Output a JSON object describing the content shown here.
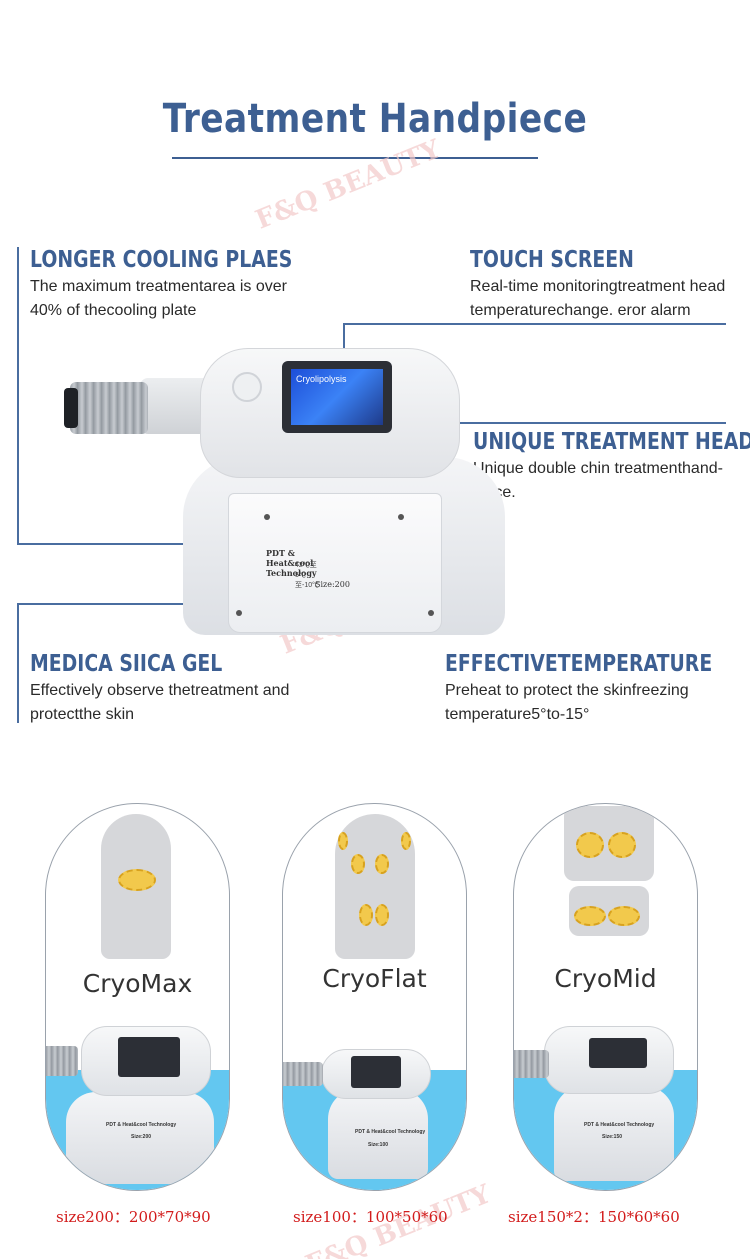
{
  "title": "Treatment Handpiece",
  "watermark": "F&Q BEAUTY",
  "features": {
    "cooling": {
      "heading": "LONGER COOLING PLAES",
      "line1": "The maximum treatmentarea is over",
      "line2": "40% of thecooling plate"
    },
    "touch": {
      "heading": "TOUCH SCREEN",
      "line1": "Real-time monitoringtreatment head",
      "line2": "temperaturechange. eror alarm"
    },
    "head": {
      "heading": "UNIQUE TREATMENT HEAD",
      "line1": "Unique double chin treatmenthand-",
      "line2": "piece."
    },
    "gel": {
      "heading": "MEDICA SIICA GEL",
      "line1": "Effectively observe thetreatment and",
      "line2": "protectthe skin"
    },
    "temp": {
      "heading": "EFFECTIVETEMPERATURE",
      "line1": "Preheat to protect the skinfreezing",
      "line2": "temperature5°to-15°"
    }
  },
  "device": {
    "screen_text": "Cryolipolysis",
    "label_tech": "PDT & Heat&cool Technology",
    "label_temp": "42℃至 5℃至-10℃",
    "label_size": "Size:200"
  },
  "products": [
    {
      "name": "CryoMax",
      "size": "size200：200*70*90",
      "device_label": "PDT & Heat&cool Technology",
      "device_size": "Size:200"
    },
    {
      "name": "CryoFlat",
      "size": "size100：100*50*60",
      "device_label": "PDT & Heat&cool Technology",
      "device_size": "Size:100"
    },
    {
      "name": "CryoMid",
      "size": "size150*2：150*60*60",
      "device_label": "PDT & Heat&cool Technology",
      "device_size": "Size:150"
    }
  ],
  "colors": {
    "heading": "#3d5f92",
    "accent_blue": "#63c7f0",
    "size_red": "#d21b1b",
    "zone": "#f2c94c"
  }
}
